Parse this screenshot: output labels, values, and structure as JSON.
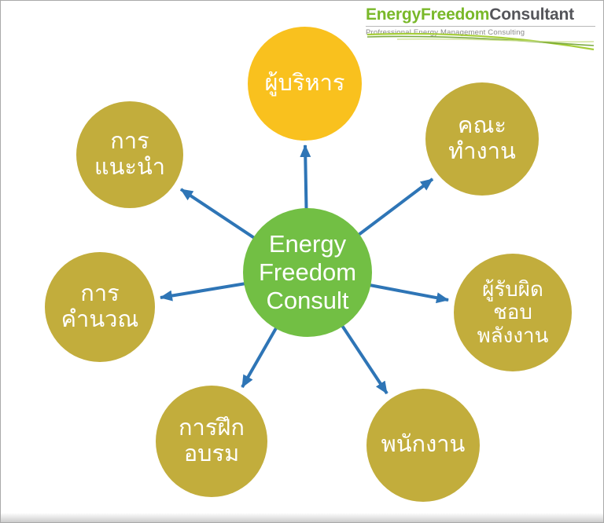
{
  "logo": {
    "brand_green": "EnergyFreedom",
    "brand_dark": "Consultant",
    "tagline": "Profressional Energy Management Consulting"
  },
  "center": {
    "label": "Energy\nFreedom\nConsult",
    "color": "#72BF44"
  },
  "nodes": [
    {
      "id": "executives",
      "label": "ผู้บริหาร",
      "color": "#F9C11E"
    },
    {
      "id": "working-group",
      "label": "คณะ\nทำงาน",
      "color": "#C2AD3C"
    },
    {
      "id": "energy-responsible",
      "label": "ผู้รับผิด\nชอบ\nพลังงาน",
      "color": "#C2AD3C"
    },
    {
      "id": "employees",
      "label": "พนักงาน",
      "color": "#C2AD3C"
    },
    {
      "id": "training",
      "label": "การฝึก\nอบรม",
      "color": "#C2AD3C"
    },
    {
      "id": "calculation",
      "label": "การ\nคำนวณ",
      "color": "#C2AD3C"
    },
    {
      "id": "recommendation",
      "label": "การ\nแนะนำ",
      "color": "#C2AD3C"
    }
  ],
  "arrow_color": "#2E75B6"
}
